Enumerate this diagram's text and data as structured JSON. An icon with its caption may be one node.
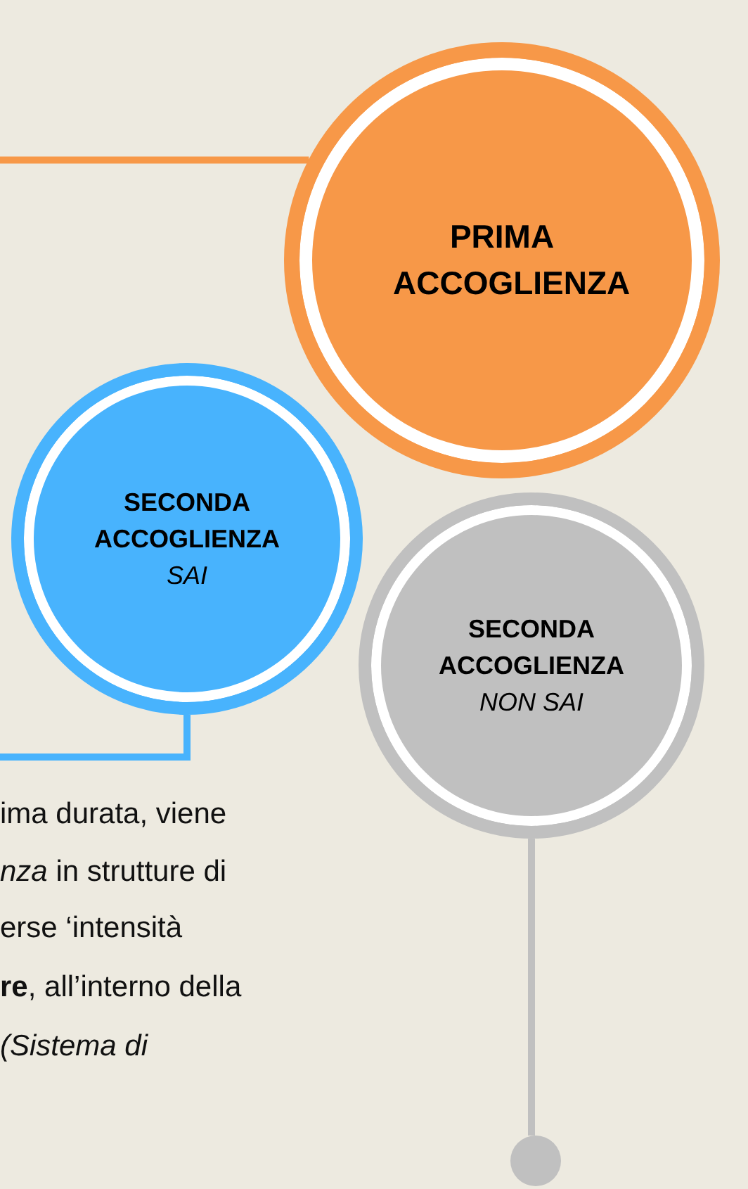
{
  "diagram": {
    "nodes": [
      {
        "text": [
          "PRIMA ACCOGLIENZA"
        ]
      },
      {
        "text": [
          "SECONDA ACCOGLIENZA",
          "SAI"
        ]
      },
      {
        "text": [
          "SECONDA ACCOGLIENZA",
          "NON SAI"
        ]
      },
      {
        "text": [],
        "shape": "circle"
      }
    ],
    "edges": [
      {
        "from": null,
        "to": 0,
        "arrow": "none",
        "color": "#f79848"
      },
      {
        "from": 1,
        "to": null,
        "arrow": "none",
        "color": "#48b3fd"
      },
      {
        "from": 2,
        "to": 3,
        "arrow": "none",
        "color": "#c0c0c0"
      }
    ],
    "labels": [
      "ima durata, viene",
      "*nza* in strutture di",
      "erse ‘intensità",
      "**re**, all’interno della",
      "*(Sistema di*"
    ]
  }
}
